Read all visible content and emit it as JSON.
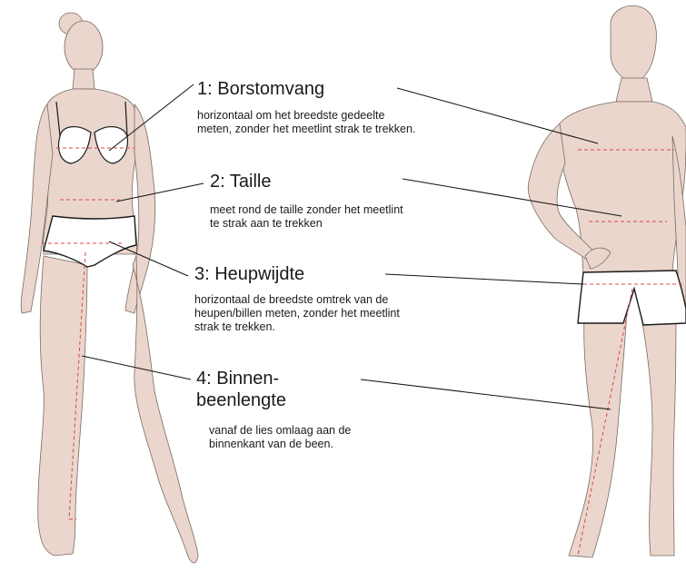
{
  "colors": {
    "skin": "#ead6cc",
    "outline": "#7a6a63",
    "measure": "#d9474a",
    "leader": "#111111"
  },
  "measurements": [
    {
      "title": "1: Borstomvang",
      "desc": [
        "horizontaal om het breedste gedeelte",
        "meten, zonder het meetlint strak te trekken."
      ]
    },
    {
      "title": "2: Taille",
      "desc": [
        "meet rond de taille zonder het meetlint",
        "te strak aan te trekken"
      ]
    },
    {
      "title": "3: Heupwijdte",
      "desc": [
        "horizontaal de breedste omtrek van de",
        "heupen/billen meten, zonder het meetlint",
        "strak te trekken."
      ]
    },
    {
      "title": [
        "4: Binnen-",
        "beenlengte"
      ],
      "desc": [
        "vanaf de lies omlaag aan de",
        "binnenkant van de been."
      ]
    }
  ]
}
